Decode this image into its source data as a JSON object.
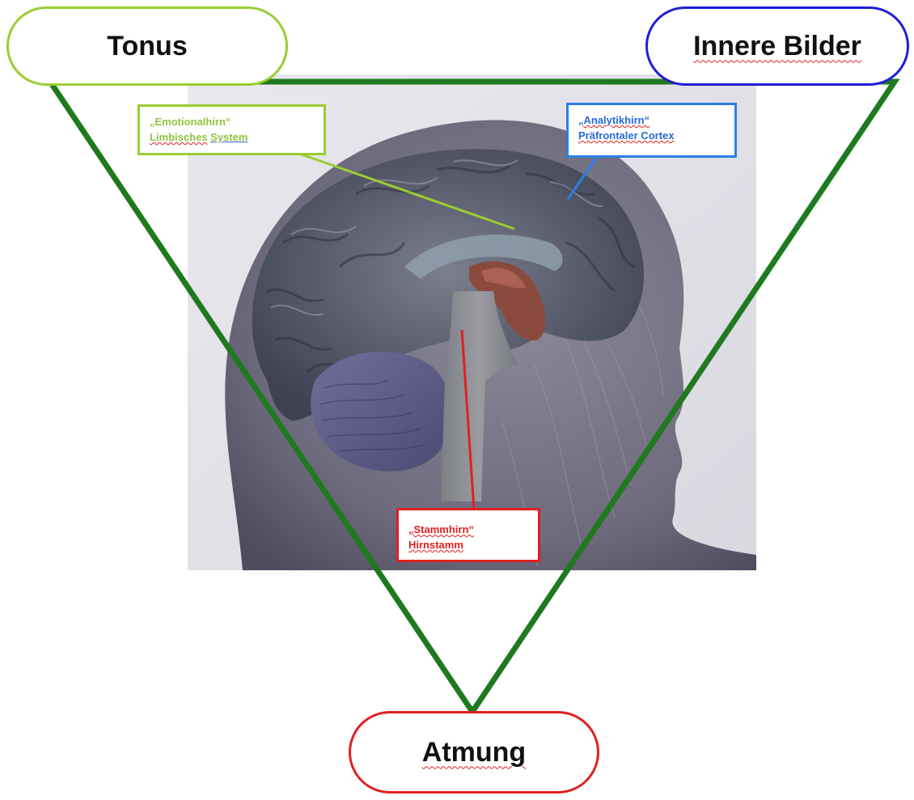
{
  "corners": {
    "tonus": "Tonus",
    "innere_bilder": "Innere Bilder",
    "atmung": "Atmung"
  },
  "brain_labels": {
    "emotion": {
      "line1": "„Emotionalhirn“",
      "line2": "Limbisches",
      "line2b": "System"
    },
    "analytik": {
      "line1": "„Analytikhirn“",
      "line2": "Präfrontaler Cortex"
    },
    "stamm": {
      "line1": "„Stammhirn“",
      "line2": "Hirnstamm"
    }
  },
  "colors": {
    "tonus_border": "#9acd32",
    "innere_bilder_border": "#1f1fd6",
    "atmung_border": "#e02020",
    "triangle": "#1e7a1e",
    "emotion": "#8dc63f",
    "analytik": "#2a6ad8",
    "stamm": "#e02020"
  }
}
